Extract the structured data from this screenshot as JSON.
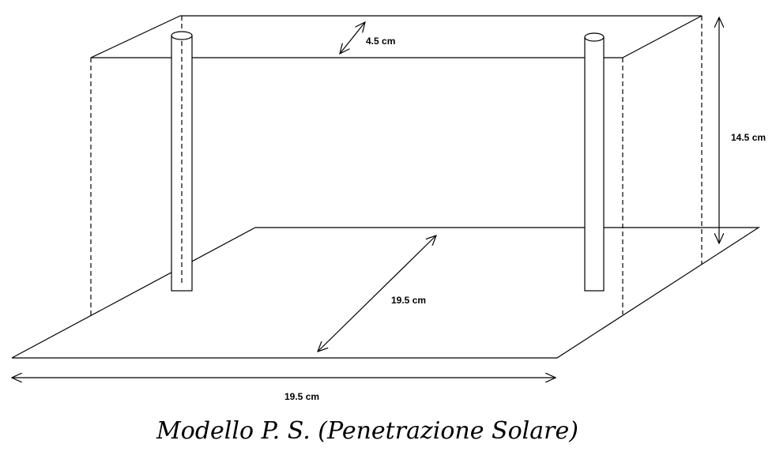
{
  "dimensions": {
    "depth_top": "4.5 cm",
    "height": "14.5 cm",
    "depth_base": "19.5 cm",
    "width_base": "19.5 cm"
  },
  "title": "Modello P. S. (Penetrazione Solare)"
}
